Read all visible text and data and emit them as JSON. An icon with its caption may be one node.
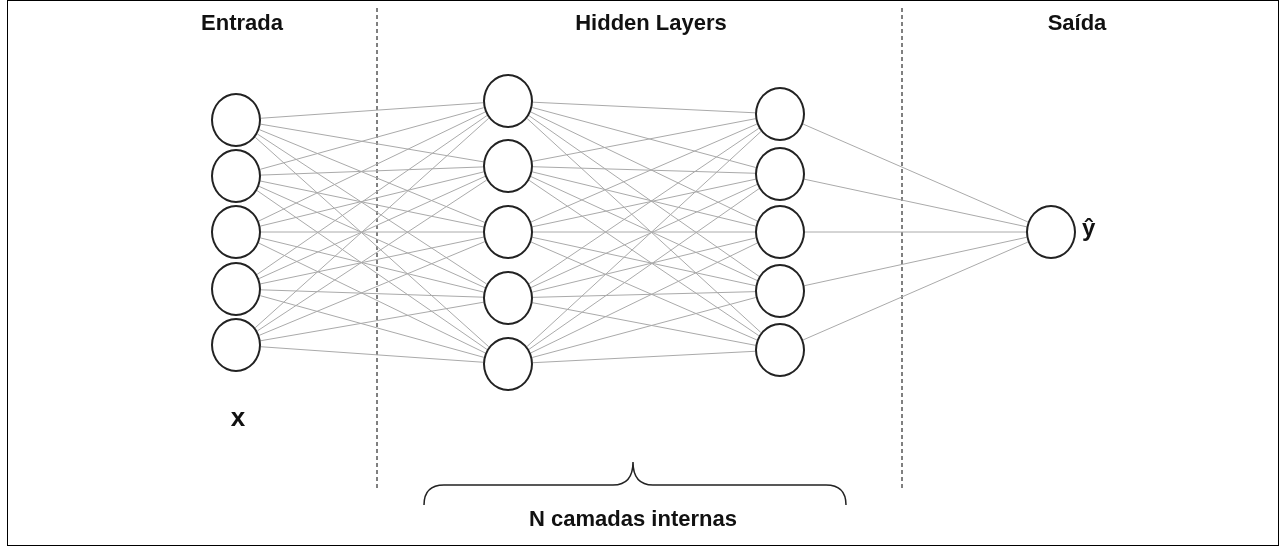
{
  "diagram": {
    "nodes": [
      {
        "text": [],
        "shape": "circle"
      },
      {
        "text": [],
        "shape": "circle"
      },
      {
        "text": [],
        "shape": "circle"
      },
      {
        "text": [],
        "shape": "circle"
      },
      {
        "text": [],
        "shape": "circle"
      },
      {
        "text": [],
        "shape": "circle"
      },
      {
        "text": [],
        "shape": "circle"
      },
      {
        "text": [],
        "shape": "circle"
      },
      {
        "text": [],
        "shape": "circle"
      },
      {
        "text": [],
        "shape": "circle"
      },
      {
        "text": [],
        "shape": "circle"
      },
      {
        "text": [],
        "shape": "circle"
      },
      {
        "text": [],
        "shape": "circle"
      },
      {
        "text": [],
        "shape": "circle"
      },
      {
        "text": [],
        "shape": "circle"
      },
      {
        "text": [],
        "shape": "circle",
        "beside": [
          "ŷ"
        ]
      }
    ],
    "edges": [
      {
        "from": 0,
        "to": 5,
        "arrow": "none"
      },
      {
        "from": 0,
        "to": 6,
        "arrow": "none"
      },
      {
        "from": 0,
        "to": 7,
        "arrow": "none"
      },
      {
        "from": 0,
        "to": 8,
        "arrow": "none"
      },
      {
        "from": 0,
        "to": 9,
        "arrow": "none"
      },
      {
        "from": 1,
        "to": 5,
        "arrow": "none"
      },
      {
        "from": 1,
        "to": 6,
        "arrow": "none"
      },
      {
        "from": 1,
        "to": 7,
        "arrow": "none"
      },
      {
        "from": 1,
        "to": 8,
        "arrow": "none"
      },
      {
        "from": 1,
        "to": 9,
        "arrow": "none"
      },
      {
        "from": 2,
        "to": 5,
        "arrow": "none"
      },
      {
        "from": 2,
        "to": 6,
        "arrow": "none"
      },
      {
        "from": 2,
        "to": 7,
        "arrow": "none"
      },
      {
        "from": 2,
        "to": 8,
        "arrow": "none"
      },
      {
        "from": 2,
        "to": 9,
        "arrow": "none"
      },
      {
        "from": 3,
        "to": 5,
        "arrow": "none"
      },
      {
        "from": 3,
        "to": 6,
        "arrow": "none"
      },
      {
        "from": 3,
        "to": 7,
        "arrow": "none"
      },
      {
        "from": 3,
        "to": 8,
        "arrow": "none"
      },
      {
        "from": 3,
        "to": 9,
        "arrow": "none"
      },
      {
        "from": 4,
        "to": 5,
        "arrow": "none"
      },
      {
        "from": 4,
        "to": 6,
        "arrow": "none"
      },
      {
        "from": 4,
        "to": 7,
        "arrow": "none"
      },
      {
        "from": 4,
        "to": 8,
        "arrow": "none"
      },
      {
        "from": 4,
        "to": 9,
        "arrow": "none"
      },
      {
        "from": 5,
        "to": 10,
        "arrow": "none"
      },
      {
        "from": 5,
        "to": 11,
        "arrow": "none"
      },
      {
        "from": 5,
        "to": 12,
        "arrow": "none"
      },
      {
        "from": 5,
        "to": 13,
        "arrow": "none"
      },
      {
        "from": 5,
        "to": 14,
        "arrow": "none"
      },
      {
        "from": 6,
        "to": 10,
        "arrow": "none"
      },
      {
        "from": 6,
        "to": 11,
        "arrow": "none"
      },
      {
        "from": 6,
        "to": 12,
        "arrow": "none"
      },
      {
        "from": 6,
        "to": 13,
        "arrow": "none"
      },
      {
        "from": 6,
        "to": 14,
        "arrow": "none"
      },
      {
        "from": 7,
        "to": 10,
        "arrow": "none"
      },
      {
        "from": 7,
        "to": 11,
        "arrow": "none"
      },
      {
        "from": 7,
        "to": 12,
        "arrow": "none"
      },
      {
        "from": 7,
        "to": 13,
        "arrow": "none"
      },
      {
        "from": 7,
        "to": 14,
        "arrow": "none"
      },
      {
        "from": 8,
        "to": 10,
        "arrow": "none"
      },
      {
        "from": 8,
        "to": 11,
        "arrow": "none"
      },
      {
        "from": 8,
        "to": 12,
        "arrow": "none"
      },
      {
        "from": 8,
        "to": 13,
        "arrow": "none"
      },
      {
        "from": 8,
        "to": 14,
        "arrow": "none"
      },
      {
        "from": 9,
        "to": 10,
        "arrow": "none"
      },
      {
        "from": 9,
        "to": 11,
        "arrow": "none"
      },
      {
        "from": 9,
        "to": 12,
        "arrow": "none"
      },
      {
        "from": 9,
        "to": 13,
        "arrow": "none"
      },
      {
        "from": 9,
        "to": 14,
        "arrow": "none"
      },
      {
        "from": 10,
        "to": 15,
        "arrow": "none"
      },
      {
        "from": 11,
        "to": 15,
        "arrow": "none"
      },
      {
        "from": 12,
        "to": 15,
        "arrow": "none"
      },
      {
        "from": 13,
        "to": 15,
        "arrow": "none"
      },
      {
        "from": 14,
        "to": 15,
        "arrow": "none"
      }
    ],
    "labels": [
      "Entrada",
      "Hidden Layers",
      "Saída",
      "x",
      "N camadas internas"
    ]
  }
}
